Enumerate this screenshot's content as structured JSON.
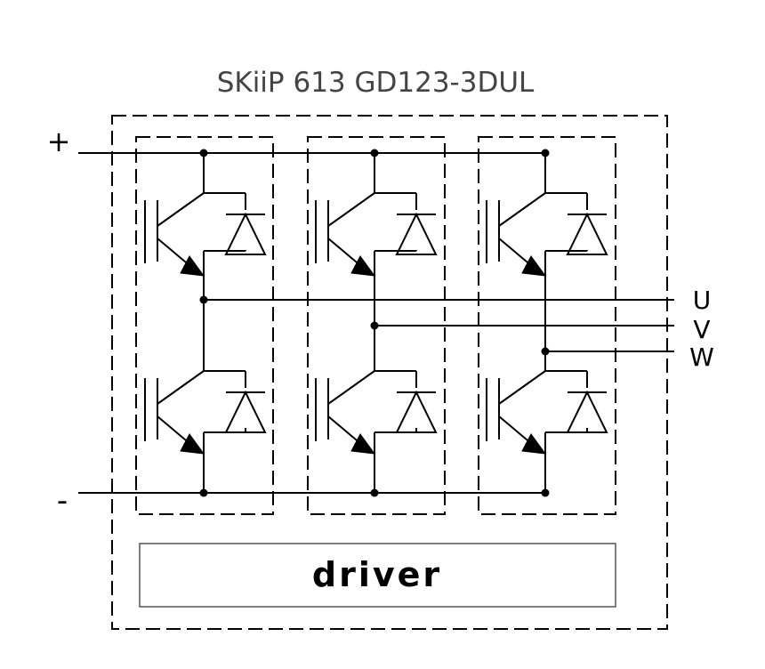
{
  "title": "SKiiP 613 GD123-3DUL",
  "terminals": {
    "plus": "+",
    "minus": "-",
    "u": "U",
    "v": "V",
    "w": "W"
  },
  "driver_label": "driver",
  "colors": {
    "line": "#000000",
    "title": "#444444",
    "background": "#ffffff"
  }
}
